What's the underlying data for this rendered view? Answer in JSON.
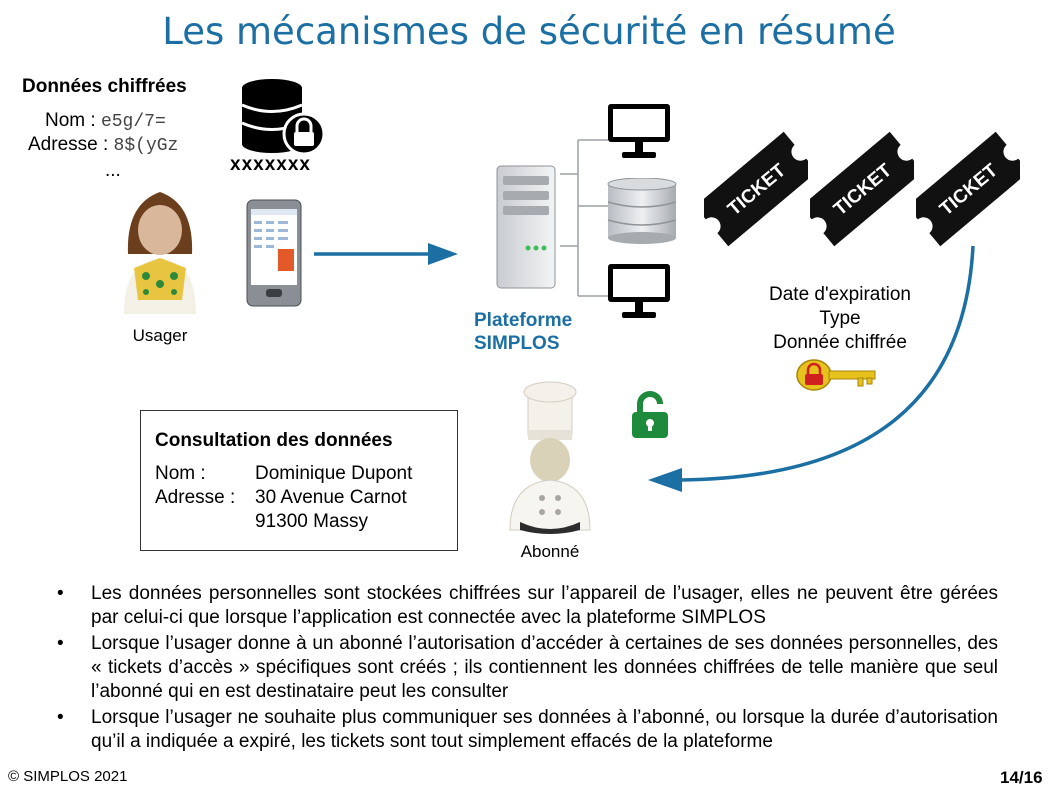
{
  "slide": {
    "title": "Les mécanismes de sécurité en résumé",
    "encrypted": {
      "heading": "Données chiffrées",
      "name_label": "Nom : ",
      "name_value": "e5g/7=",
      "address_label": "Adresse : ",
      "address_value": "8$(yGz",
      "ellipsis": "..."
    },
    "database_label": "xxxxxxx",
    "usager_label": "Usager",
    "platform_label": [
      "Plateforme",
      "SIMPLOS"
    ],
    "ticket_label": "TICKET",
    "ticket_info": [
      "Date d'expiration",
      "Type",
      "Donnée chiffrée"
    ],
    "abonne_label": "Abonné",
    "consultation": {
      "title": "Consultation des données",
      "name_label": "Nom :",
      "name_value": "Dominique Dupont",
      "address_label": "Adresse :",
      "address_line1": "30 Avenue Carnot",
      "address_line2": "91300 Massy"
    },
    "bullets": [
      "Les données personnelles sont stockées chiffrées sur l’appareil de l’usager, elles ne peuvent être gérées par celui-ci que lorsque l’application est connectée avec la plateforme SIMPLOS",
      "Lorsque l’usager donne à un abonné l’autorisation d’accéder à certaines de ses données personnelles, des « tickets d’accès » spécifiques sont créés ; ils contiennent les données chiffrées de telle manière que seul l’abonné qui en est destinataire peut les consulter",
      "Lorsque l’usager ne souhaite plus communiquer ses données à l’abonné, ou lorsque la durée d’autorisation qu’il a indiquée a expiré, les tickets sont tout simplement effacés de la plateforme"
    ],
    "bullet_char": "•",
    "footer_left": "© SIMPLOS 2021",
    "footer_right": "14/16",
    "colors": {
      "title": "#1b6fa3",
      "arrow": "#1b6fa3",
      "ticket": "#111111",
      "lock_green": "#1e8a3c",
      "key_gold": "#e8c21c",
      "lock_red": "#d01f1f"
    }
  }
}
